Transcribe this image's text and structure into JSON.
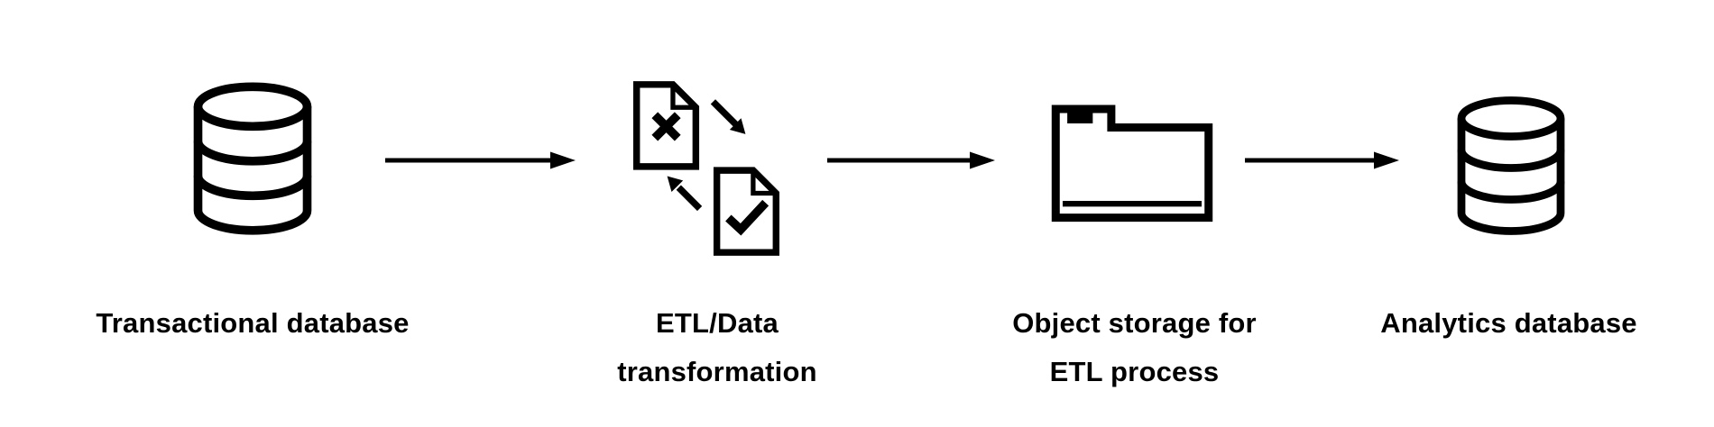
{
  "diagram": {
    "type": "flow",
    "direction": "left-to-right",
    "nodes": [
      {
        "id": "transactional-db",
        "label": "Transactional database",
        "icon": "database-icon"
      },
      {
        "id": "etl-transform",
        "label": "ETL/Data transformation",
        "icon": "document-transform-icon"
      },
      {
        "id": "object-storage",
        "label": "Object storage for ETL process",
        "icon": "folder-icon"
      },
      {
        "id": "analytics-db",
        "label": "Analytics database",
        "icon": "database-icon"
      }
    ],
    "edges": [
      {
        "from": "transactional-db",
        "to": "etl-transform",
        "style": "arrow-right"
      },
      {
        "from": "etl-transform",
        "to": "object-storage",
        "style": "arrow-right"
      },
      {
        "from": "object-storage",
        "to": "analytics-db",
        "style": "arrow-right"
      }
    ],
    "colors": {
      "line": "#000000",
      "text": "#000000",
      "background": "#ffffff"
    }
  }
}
